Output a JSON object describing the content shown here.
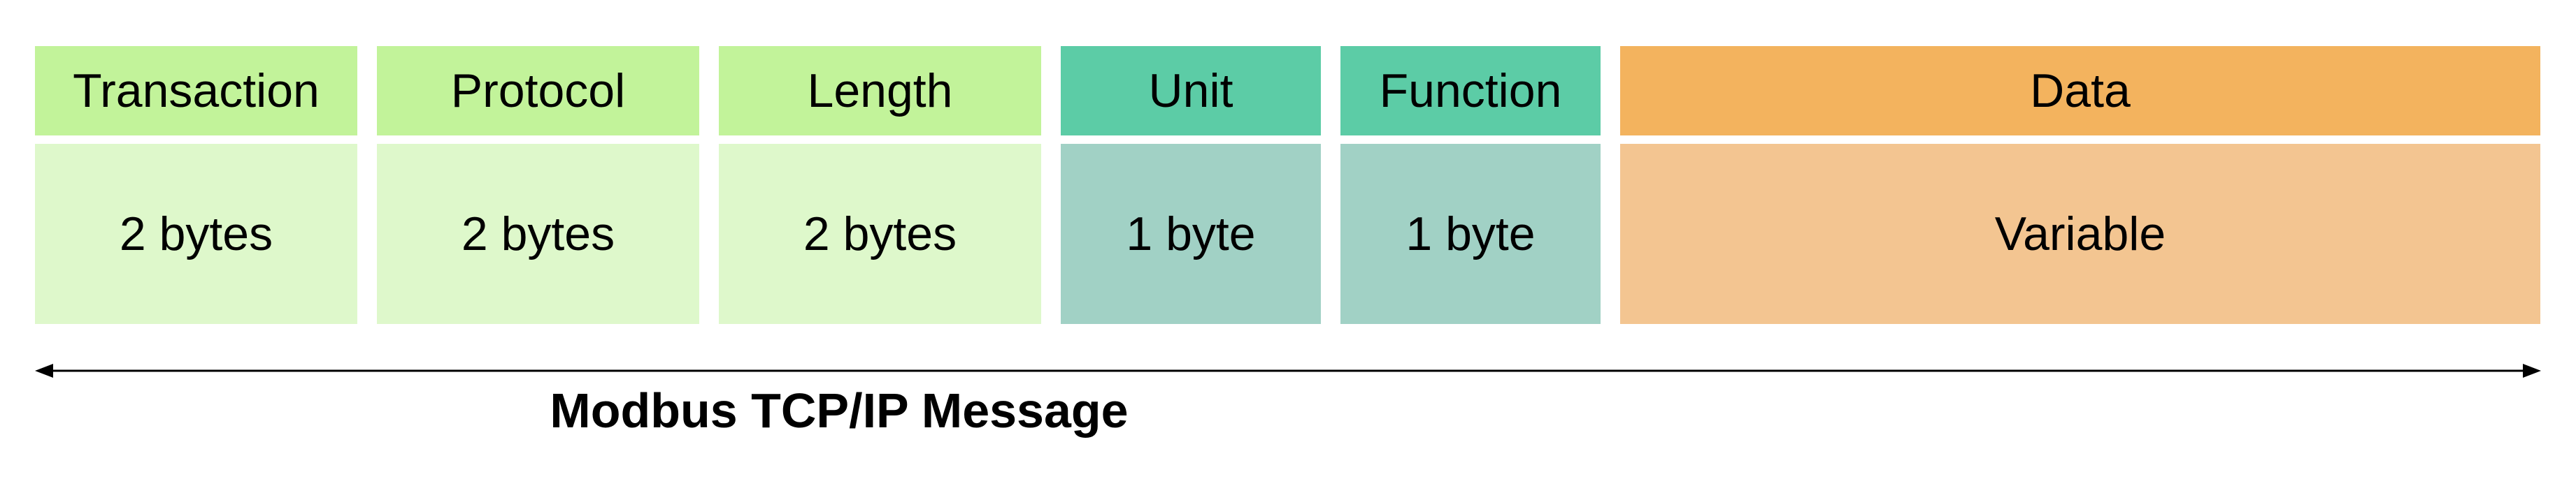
{
  "fields": [
    {
      "name": "Transaction",
      "size": "2 bytes",
      "header_color": "#c2f39a",
      "size_color": "#def8cb"
    },
    {
      "name": "Protocol",
      "size": "2 bytes",
      "header_color": "#c2f39a",
      "size_color": "#def8cb"
    },
    {
      "name": "Length",
      "size": "2 bytes",
      "header_color": "#c2f39a",
      "size_color": "#def8cb"
    },
    {
      "name": "Unit",
      "size": "1 byte",
      "header_color": "#5ccca6",
      "size_color": "#a1d1c5"
    },
    {
      "name": "Function",
      "size": "1 byte",
      "header_color": "#5ccca6",
      "size_color": "#a1d1c5"
    },
    {
      "name": "Data",
      "size": "Variable",
      "header_color": "#f3b35e",
      "size_color": "#f3c591"
    }
  ],
  "span": {
    "label": "Modbus TCP/IP Message",
    "arrow_color": "#000000"
  }
}
